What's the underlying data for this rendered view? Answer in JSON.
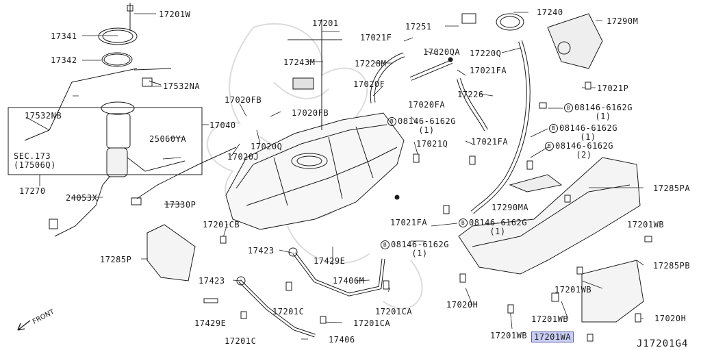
{
  "diagram": {
    "figure_code": "J17201G4",
    "front_label": "FRONT",
    "highlight_color": "#c9cdf2",
    "ink_color": "#1a1a1a",
    "labels": {
      "p17201W": "17201W",
      "p17341": "17341",
      "p17342": "17342",
      "p17532NA": "17532NA",
      "p17532NB": "17532NB",
      "p17040": "17040",
      "p25060YA": "25060YA",
      "sec173": "SEC.173",
      "sec17506Q": "(17506Q)",
      "p17270": "17270",
      "p24053X": "24053X",
      "p17330P": "17330P",
      "p17020FB_a": "17020FB",
      "p17020FB_b": "17020FB",
      "p17020Q": "17020Q",
      "p17020J": "17020J",
      "p17201": "17201",
      "p17243M": "17243M",
      "p17021F_a": "17021F",
      "p17228M": "17228M",
      "p17020QA": "17020QA",
      "p17020F": "17020F",
      "p17020FA": "17020FA",
      "p17251": "17251",
      "p17240": "17240",
      "p17290M": "17290M",
      "p17220Q": "17220Q",
      "p17021FA_a": "17021FA",
      "p17226": "17226",
      "p17021P": "17021P",
      "p17021Q": "17021Q",
      "p17021FA_b": "17021FA",
      "p17021FA_c": "17021FA",
      "p17290MA": "17290MA",
      "p17285PA": "17285PA",
      "p17201CB": "17201CB",
      "p17285P": "17285P",
      "p17423_a": "17423",
      "p17429E_a": "17429E",
      "p17423_b": "17423",
      "p17406M": "17406M",
      "p17429E_b": "17429E",
      "p17201C_a": "17201C",
      "p17201CA_a": "17201CA",
      "p17201CA_b": "17201CA",
      "p17201C_b": "17201C",
      "p17406": "17406",
      "p17020H_a": "17020H",
      "p17201WB_a": "17201WB",
      "p17201WB_b": "17201WB",
      "p17201WB_c": "17201WB",
      "p17201WB_d": "17201WB",
      "p17285PB": "17285PB",
      "p17020H_b": "17020H",
      "p17201WA": "17201WA"
    },
    "bolt_refs": [
      {
        "badge": "B",
        "part": "08146-6162G",
        "qty": "(1)"
      },
      {
        "badge": "B",
        "part": "08146-6162G",
        "qty": "(1)"
      },
      {
        "badge": "B",
        "part": "08146-6162G",
        "qty": "(1)"
      },
      {
        "badge": "B",
        "part": "08146-6162G",
        "qty": "(2)"
      },
      {
        "badge": "B",
        "part": "08146-6162G",
        "qty": "(1)"
      },
      {
        "badge": "B",
        "part": "08146-6162G",
        "qty": "(1)"
      }
    ]
  }
}
